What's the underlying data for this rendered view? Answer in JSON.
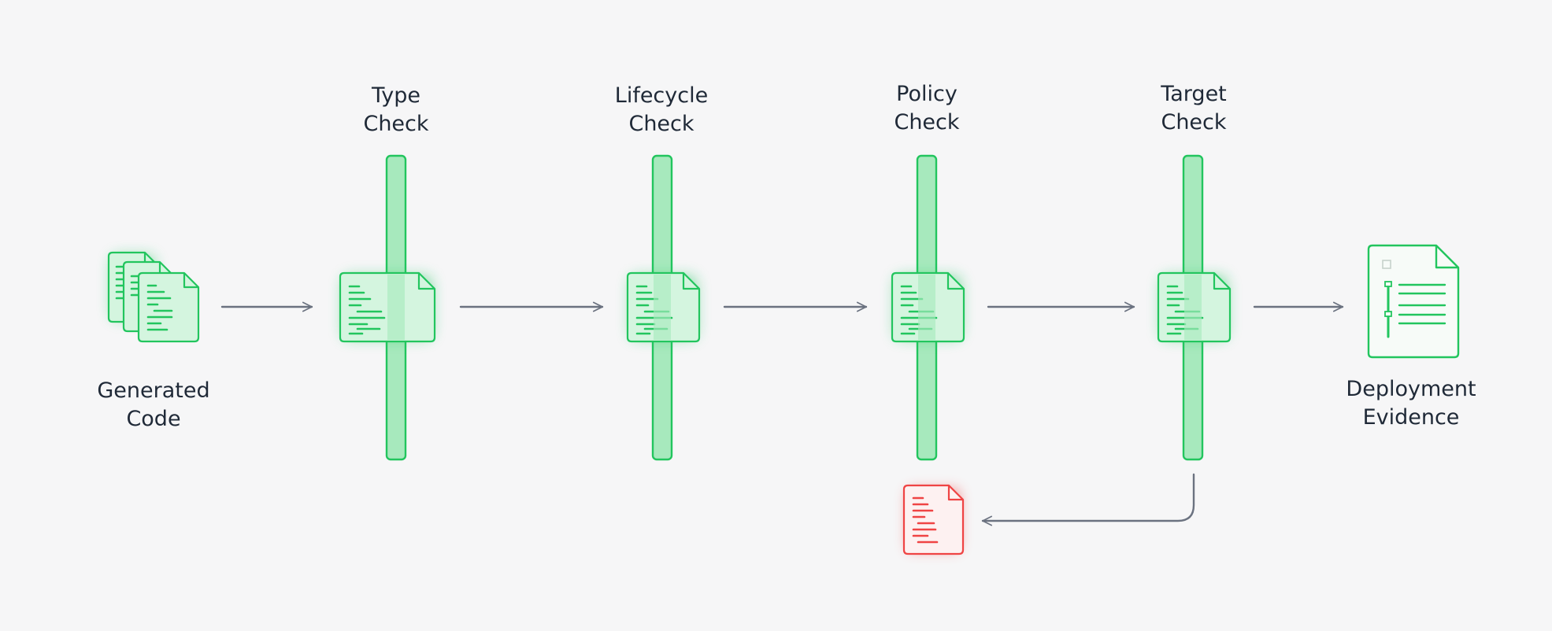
{
  "diagram": {
    "input": {
      "label_line1": "Generated",
      "label_line2": "Code",
      "icon": "stacked-documents-icon"
    },
    "stages": [
      {
        "id": "type",
        "label_line1": "Type",
        "label_line2": "Check"
      },
      {
        "id": "lifecycle",
        "label_line1": "Lifecycle",
        "label_line2": "Check"
      },
      {
        "id": "policy",
        "label_line1": "Policy",
        "label_line2": "Check"
      },
      {
        "id": "target",
        "label_line1": "Target",
        "label_line2": "Check"
      }
    ],
    "output": {
      "label_line1": "Deployment",
      "label_line2": "Evidence",
      "icon": "evidence-document-icon"
    },
    "rejected": {
      "icon": "rejected-document-icon",
      "from_stage": "target"
    },
    "colors": {
      "background": "#f6f6f7",
      "pass_green": "#22c55e",
      "gate_fill": "#a7e9bd",
      "doc_fill": "#d4f5df",
      "reject_red": "#ef4444",
      "arrow": "#6b7280",
      "text": "#1f2937"
    }
  }
}
